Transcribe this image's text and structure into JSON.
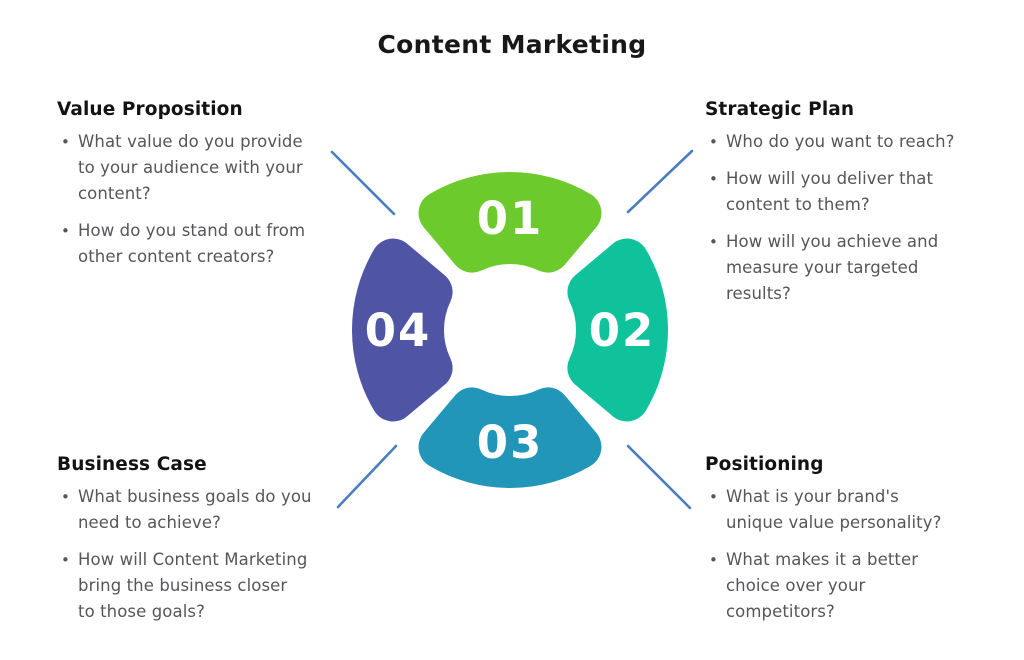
{
  "title": "Content Marketing",
  "colors": {
    "segment_01_green": "#6cca2d",
    "segment_02_teal": "#0fc29c",
    "segment_03_blue": "#2296b9",
    "segment_04_indigo": "#4f54a5",
    "connector_line": "#4a7ec0",
    "heading_text": "#131313",
    "body_text": "#55565a",
    "number_text": "#ffffff"
  },
  "segments": [
    {
      "label": "01",
      "color": "#6cca2d",
      "position": "top"
    },
    {
      "label": "02",
      "color": "#0fc29c",
      "position": "right"
    },
    {
      "label": "03",
      "color": "#2296b9",
      "position": "bottom"
    },
    {
      "label": "04",
      "color": "#4f54a5",
      "position": "left"
    }
  ],
  "sections": [
    {
      "id": "value-proposition",
      "heading": "Value Proposition",
      "position": "top-left",
      "bullets": [
        "What value do you provide\nto your audience with your\ncontent?",
        "How do you stand out from\nother content creators?"
      ]
    },
    {
      "id": "strategic-plan",
      "heading": "Strategic Plan",
      "position": "top-right",
      "bullets": [
        "Who do you want to reach?",
        "How will you deliver that\ncontent to them?",
        "How will you achieve and\nmeasure your targeted\nresults?"
      ]
    },
    {
      "id": "business-case",
      "heading": "Business Case",
      "position": "bottom-left",
      "bullets": [
        "What business goals do you\nneed to achieve?",
        "How will Content Marketing\nbring the business closer\nto those goals?"
      ]
    },
    {
      "id": "positioning",
      "heading": "Positioning",
      "position": "bottom-right",
      "bullets": [
        "What is your brand's\nunique value personality?",
        "What makes it a better\nchoice over your\ncompetitors?"
      ]
    }
  ]
}
